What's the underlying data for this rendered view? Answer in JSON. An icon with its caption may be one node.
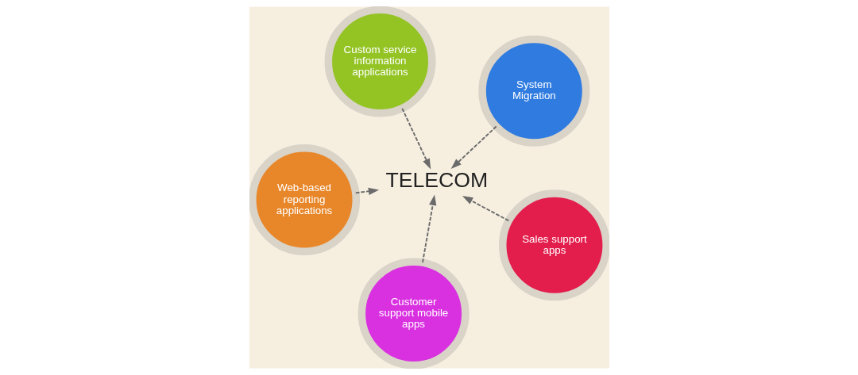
{
  "diagram": {
    "nodes": [
      {
        "text": [
          "Web-based reporting applications"
        ]
      },
      {
        "text": [
          "Sales support apps"
        ]
      },
      {
        "text": [
          "Customer support mobile apps"
        ]
      },
      {
        "text": [
          "Custom service information applications"
        ]
      },
      {
        "text": [
          "System Migration"
        ]
      },
      {
        "text": [
          "TELECOM"
        ]
      }
    ],
    "edges": [
      {
        "from": 0,
        "to": 5,
        "arrow": "to",
        "style": "dashed"
      },
      {
        "from": 1,
        "to": 5,
        "arrow": "to",
        "style": "dashed"
      },
      {
        "from": 2,
        "to": 5,
        "arrow": "to",
        "style": "dashed"
      },
      {
        "from": 3,
        "to": 5,
        "arrow": "to",
        "style": "dashed"
      },
      {
        "from": 4,
        "to": 5,
        "arrow": "to",
        "style": "dashed"
      }
    ]
  }
}
